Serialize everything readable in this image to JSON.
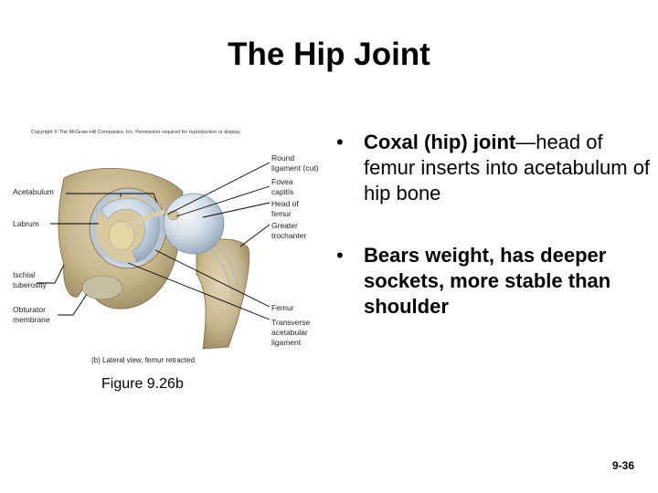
{
  "slide": {
    "title": "The Hip Joint",
    "copyright": "Copyright © The McGraw-Hill Companies, Inc. Permission required for reproduction or display.",
    "figure_caption": "Figure 9.26b",
    "page_number": "9-36"
  },
  "figure": {
    "caption_small": "(b) Lateral view, femur retracted",
    "labels": {
      "acetabulum": "Acetabulum",
      "labrum": "Labrum",
      "ischial_tuberosity_1": "Ischial",
      "ischial_tuberosity_2": "tuberosity",
      "obturator_1": "Obturator",
      "obturator_2": "membrane",
      "round_ligament_1": "Round",
      "round_ligament_2": "ligament (cut)",
      "fovea_1": "Fovea",
      "fovea_2": "capitis",
      "head_femur_1": "Head of",
      "head_femur_2": "femur",
      "greater_troch_1": "Greater",
      "greater_troch_2": "trochanter",
      "femur": "Femur",
      "transverse_1": "Transverse",
      "transverse_2": "acetabular",
      "transverse_3": "ligament"
    }
  },
  "bullets": [
    {
      "bold": "Coxal (hip) joint",
      "text": "—head of femur inserts into acetabulum of hip bone"
    },
    {
      "bold": "Bears weight, has deeper sockets, more stable than shoulder",
      "text": ""
    }
  ],
  "bullet_symbol": "•"
}
